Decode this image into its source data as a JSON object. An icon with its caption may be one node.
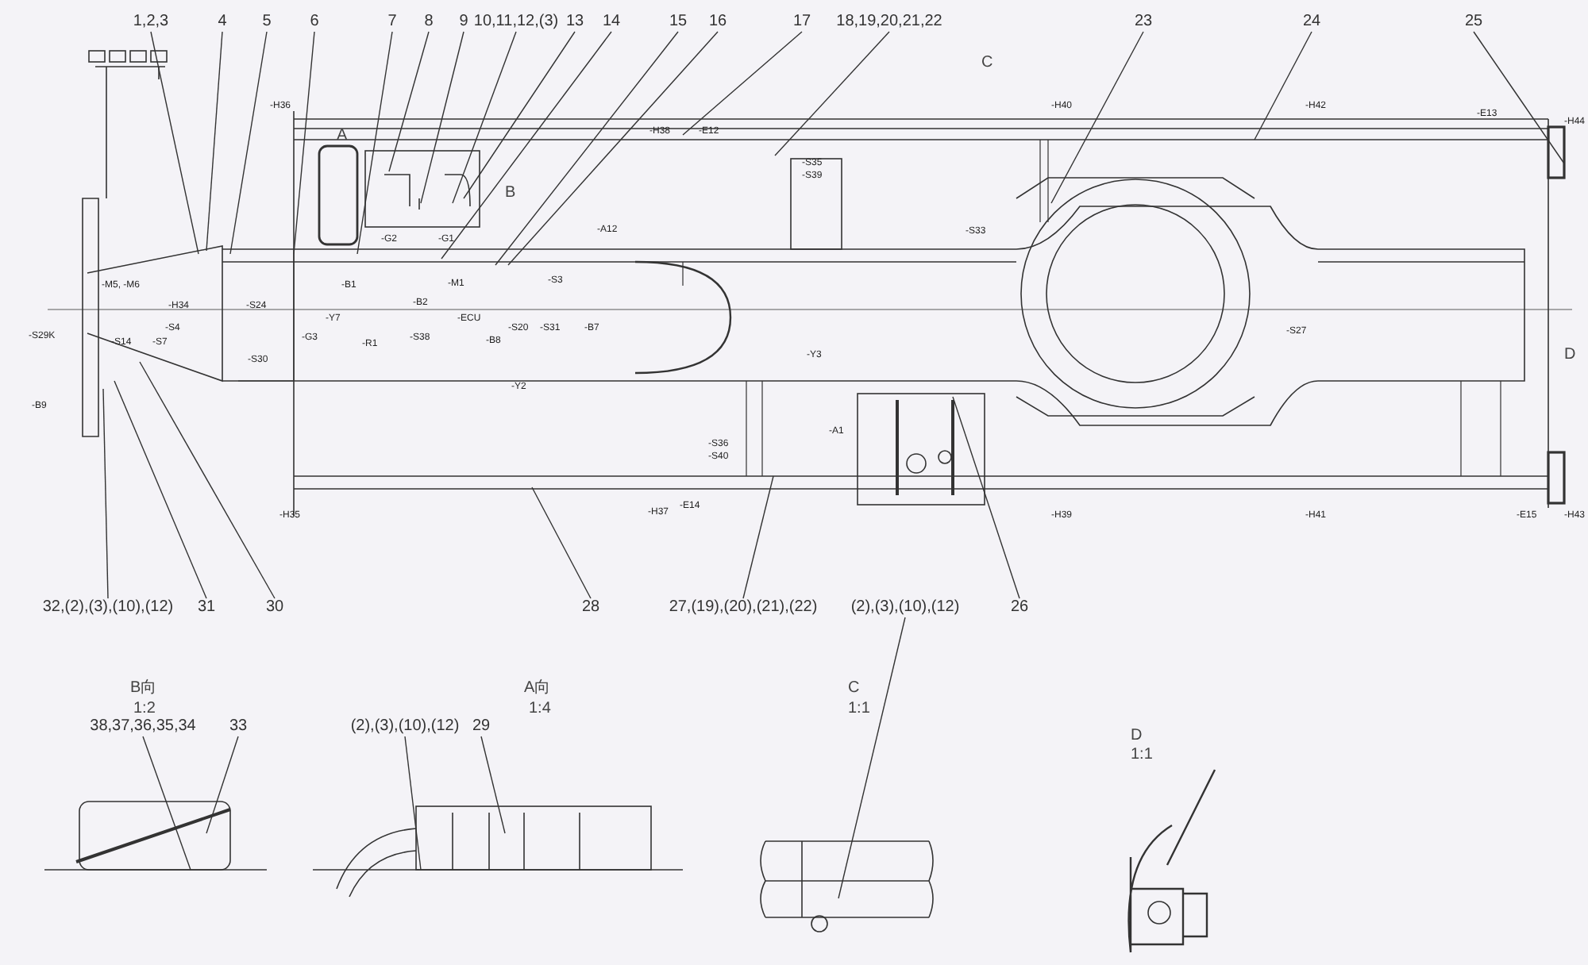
{
  "diagram": {
    "nodes": [
      {
        "text": [
          "1,2,3"
        ]
      },
      {
        "text": [
          "4"
        ]
      },
      {
        "text": [
          "5"
        ]
      },
      {
        "text": [
          "6"
        ]
      },
      {
        "text": [
          "7"
        ]
      },
      {
        "text": [
          "8"
        ]
      },
      {
        "text": [
          "9"
        ]
      },
      {
        "text": [
          "10,11,12,(3)"
        ]
      },
      {
        "text": [
          "13"
        ]
      },
      {
        "text": [
          "14"
        ]
      },
      {
        "text": [
          "15"
        ]
      },
      {
        "text": [
          "16"
        ]
      },
      {
        "text": [
          "17"
        ]
      },
      {
        "text": [
          "18,19,20,21,22"
        ]
      },
      {
        "text": [
          "23"
        ]
      },
      {
        "text": [
          "24"
        ]
      },
      {
        "text": [
          "25"
        ]
      },
      {
        "text": [
          "32,(2),(3),(10),(12)"
        ]
      },
      {
        "text": [
          "31"
        ]
      },
      {
        "text": [
          "30"
        ]
      },
      {
        "text": [
          "28"
        ]
      },
      {
        "text": [
          "27,(19),(20),(21),(22)"
        ]
      },
      {
        "text": [
          "(2),(3),(10),(12)"
        ]
      },
      {
        "text": [
          "26"
        ]
      },
      {
        "text": [
          "38,37,36,35,34"
        ]
      },
      {
        "text": [
          "33"
        ]
      },
      {
        "text": [
          "(2),(3),(10),(12)"
        ]
      },
      {
        "text": [
          "29"
        ]
      }
    ],
    "edges": [
      {
        "from": 0,
        "to": null,
        "arrow": "none"
      },
      {
        "from": 1,
        "to": null,
        "arrow": "none"
      },
      {
        "from": 2,
        "to": null,
        "arrow": "none"
      },
      {
        "from": 3,
        "to": null,
        "arrow": "none"
      },
      {
        "from": 4,
        "to": null,
        "arrow": "none"
      },
      {
        "from": 5,
        "to": null,
        "arrow": "none"
      },
      {
        "from": 6,
        "to": null,
        "arrow": "none"
      },
      {
        "from": 7,
        "to": null,
        "arrow": "none"
      },
      {
        "from": 8,
        "to": null,
        "arrow": "none"
      },
      {
        "from": 9,
        "to": null,
        "arrow": "none"
      },
      {
        "from": 10,
        "to": null,
        "arrow": "none"
      },
      {
        "from": 11,
        "to": null,
        "arrow": "none"
      },
      {
        "from": 12,
        "to": null,
        "arrow": "none"
      },
      {
        "from": 13,
        "to": null,
        "arrow": "none"
      },
      {
        "from": 14,
        "to": null,
        "arrow": "none"
      },
      {
        "from": 15,
        "to": null,
        "arrow": "none"
      },
      {
        "from": 16,
        "to": null,
        "arrow": "none"
      },
      {
        "from": 17,
        "to": null,
        "arrow": "none"
      },
      {
        "from": 18,
        "to": null,
        "arrow": "none"
      },
      {
        "from": 19,
        "to": null,
        "arrow": "none"
      },
      {
        "from": 20,
        "to": null,
        "arrow": "none"
      },
      {
        "from": 21,
        "to": null,
        "arrow": "none"
      },
      {
        "from": 22,
        "to": null,
        "arrow": "none"
      },
      {
        "from": 23,
        "to": null,
        "arrow": "none"
      },
      {
        "from": 24,
        "to": null,
        "arrow": "none"
      },
      {
        "from": 25,
        "to": null,
        "arrow": "none"
      },
      {
        "from": 26,
        "to": null,
        "arrow": "none"
      },
      {
        "from": 27,
        "to": null,
        "arrow": "none"
      }
    ],
    "labels": [
      "A",
      "B",
      "C",
      "D",
      "B向",
      "1:2",
      "A向",
      "1:4",
      "C",
      "1:1",
      "D",
      "1:1",
      "-H36",
      "-H38",
      "-E12",
      "-H40",
      "-H42",
      "-E13",
      "-H44",
      "-G2",
      "-G1",
      "-A12",
      "-S3",
      "-B1",
      "-M1",
      "-B2",
      "-Y7",
      "-ECU",
      "-S20",
      "-S31",
      "-B7",
      "-G3",
      "-R1",
      "-S38",
      "-B8",
      "-S24",
      "-M5, -M6",
      "-H34",
      "-S29K",
      "-S14",
      "-S7",
      "-S4",
      "-S30",
      "-B9",
      "-Y2",
      "-H35",
      "-H37",
      "-E14",
      "-S36",
      "-S40",
      "-Y3",
      "-A1",
      "-S27",
      "-S33",
      "-S35",
      "-S39",
      "-H39",
      "-H41",
      "-E15",
      "-H43"
    ]
  }
}
